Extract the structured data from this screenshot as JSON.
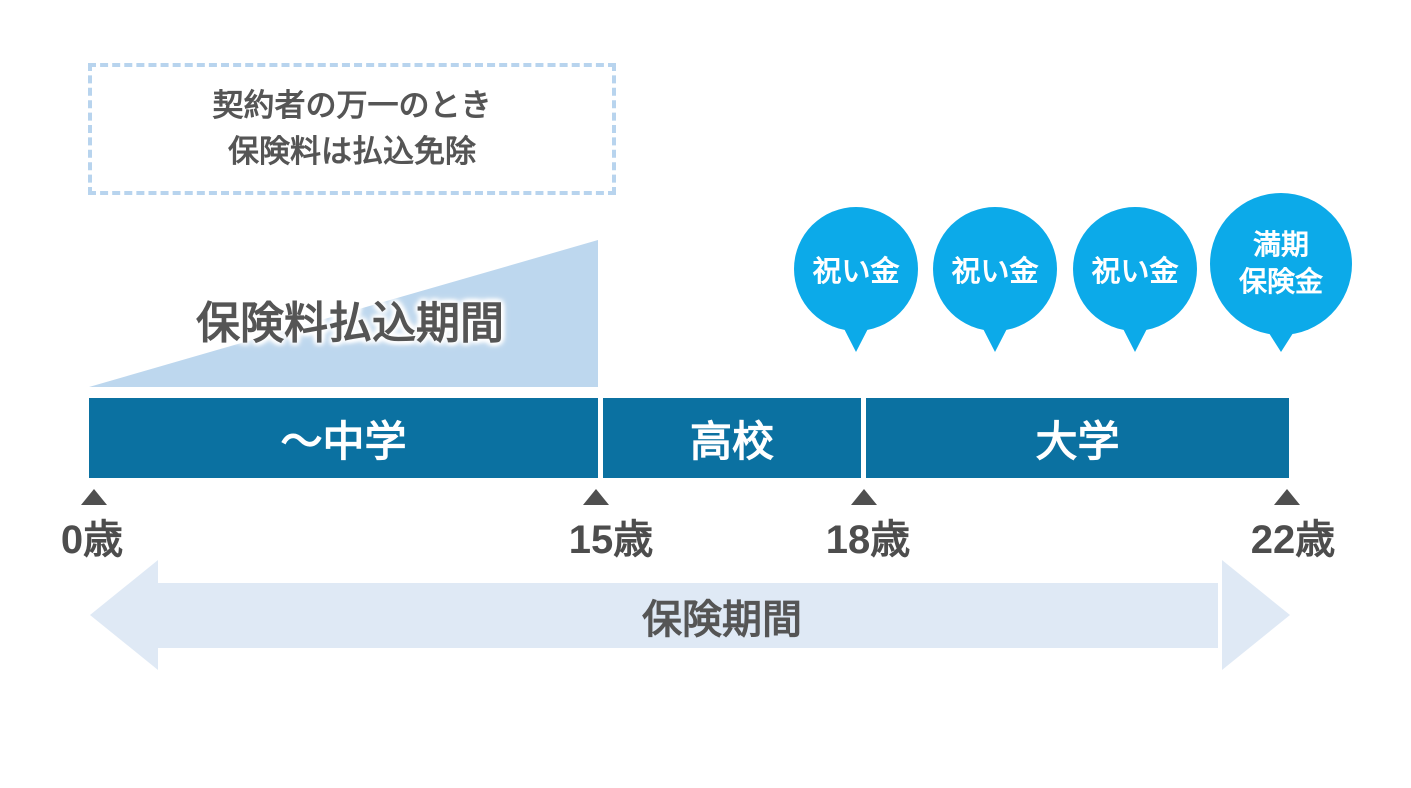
{
  "waiver_note": {
    "line1": "契約者の万一のとき",
    "line2": "保険料は払込免除"
  },
  "premium_payment_period": {
    "label": "保険料払込期間"
  },
  "payout_bubbles": [
    {
      "label": "祝い金"
    },
    {
      "label": "祝い金"
    },
    {
      "label": "祝い金"
    },
    {
      "line1": "満期",
      "line2": "保険金"
    }
  ],
  "timeline": {
    "segments": [
      {
        "label": "～中学"
      },
      {
        "label": "高校"
      },
      {
        "label": "大学"
      }
    ],
    "age_markers": [
      {
        "label": "0歳"
      },
      {
        "label": "15歳"
      },
      {
        "label": "18歳"
      },
      {
        "label": "22歳"
      }
    ]
  },
  "insurance_period": {
    "label": "保険期間"
  },
  "colors": {
    "bar_blue": "#0b71a1",
    "bubble_blue": "#0caae9",
    "triangle_blue": "#bdd7ee",
    "arrow_blue": "#dfe9f5",
    "dash_border_blue": "#b8d4ee",
    "text_gray": "#555555",
    "marker_gray": "#4f4f4f"
  }
}
